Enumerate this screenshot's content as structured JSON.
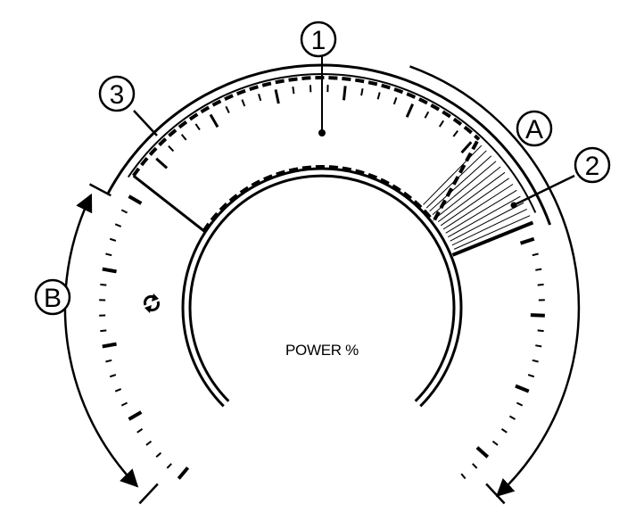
{
  "gauge": {
    "center_label": "POWER %",
    "callouts": {
      "one": "1",
      "two": "2",
      "three": "3"
    },
    "letters": {
      "a": "A",
      "b": "B"
    },
    "icon": "regen-arrows-icon"
  }
}
